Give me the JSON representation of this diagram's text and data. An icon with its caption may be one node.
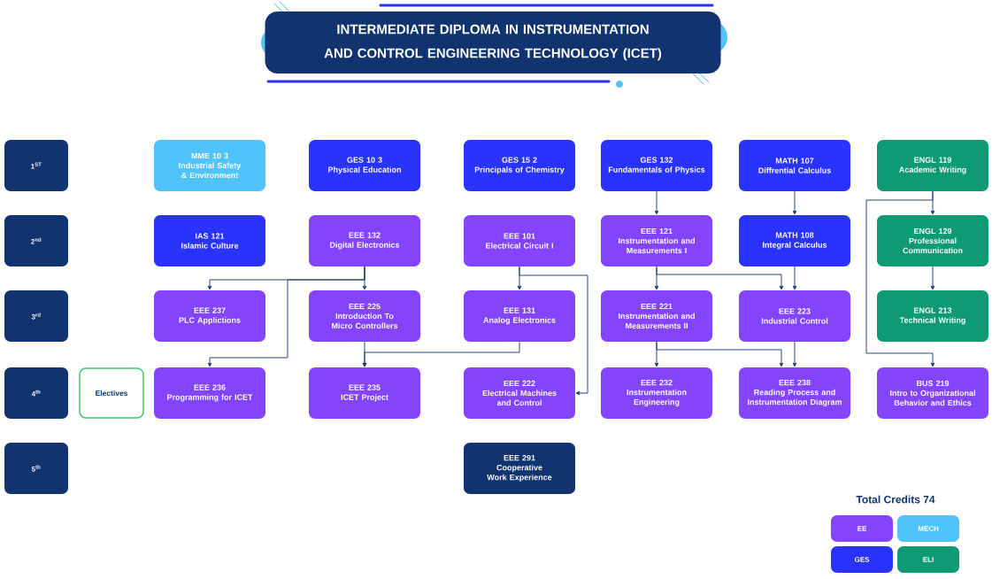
{
  "diagram": {
    "title": "INTERMEDIATE DIPLOMA IN INSTRUMENTATION AND CONTROL ENGINEERING TECHNOLOGY (ICET)",
    "nodes": [
      {
        "text": [
          "1$^{ST}$"
        ]
      },
      {
        "text": [
          "2$^{nd}$"
        ]
      },
      {
        "text": [
          "3$^{rd}$"
        ]
      },
      {
        "text": [
          "4$^{th}$"
        ]
      },
      {
        "text": [
          "5$^{th}$"
        ]
      },
      {
        "text": [
          "Electives"
        ]
      },
      {
        "text": [
          "MME 10 3",
          "Industrial Safety & Environment"
        ]
      },
      {
        "text": [
          "GES 10 3",
          "Physical Education"
        ]
      },
      {
        "text": [
          "GES 15 2",
          "Principals of Chemistry"
        ]
      },
      {
        "text": [
          "GES 132",
          "Fundamentals of Physics"
        ]
      },
      {
        "text": [
          "MATH 107",
          "Diffrential Calculus"
        ]
      },
      {
        "text": [
          "ENGL 119",
          "Academic Writing"
        ]
      },
      {
        "text": [
          "IAS 121",
          "Islamic Culture"
        ]
      },
      {
        "text": [
          "EEE 132",
          "Digital Electronics"
        ]
      },
      {
        "text": [
          "EEE 101",
          "Electrical Circuit I"
        ]
      },
      {
        "text": [
          "EEE 121",
          "Instrumentation and Measurements I"
        ]
      },
      {
        "text": [
          "MATH 108",
          "Integral Calculus"
        ]
      },
      {
        "text": [
          "ENGL 129",
          "Professional Communication"
        ]
      },
      {
        "text": [
          "EEE 237",
          "PLC Applictions"
        ]
      },
      {
        "text": [
          "EEE 225",
          "Introduction To Micro Controllers"
        ]
      },
      {
        "text": [
          "EEE 131",
          "Analog Electronics"
        ]
      },
      {
        "text": [
          "EEE 221",
          "Instrumentation and Measurements II"
        ]
      },
      {
        "text": [
          "EEE 223",
          "Industrial Control"
        ]
      },
      {
        "text": [
          "ENGL 213",
          "Technical Writing"
        ]
      },
      {
        "text": [
          "EEE 236",
          "Programming for ICET"
        ]
      },
      {
        "text": [
          "EEE 235",
          "ICET Project"
        ]
      },
      {
        "text": [
          "EEE 222",
          "Electrical Machines and Control"
        ]
      },
      {
        "text": [
          "EEE 232",
          "Instrumentation Engineering"
        ]
      },
      {
        "text": [
          "EEE 238",
          "Reading Process and Instrumentation Diagram"
        ]
      },
      {
        "text": [
          "BUS 219",
          "Intro to Organizational Behavior and Ethics"
        ]
      },
      {
        "text": [
          "EEE 291",
          "Cooperative Work Experience"
        ]
      }
    ],
    "edges": [
      {
        "from": 13,
        "to": 18,
        "arrow": "to"
      },
      {
        "from": 13,
        "to": 19,
        "arrow": "to"
      },
      {
        "from": 13,
        "to": 24,
        "arrow": "to"
      },
      {
        "from": 14,
        "to": 20,
        "arrow": "to"
      },
      {
        "from": 14,
        "to": 26,
        "arrow": "to"
      },
      {
        "from": 19,
        "to": 25,
        "arrow": "to"
      },
      {
        "from": 20,
        "to": 25,
        "arrow": "to"
      },
      {
        "from": 9,
        "to": 15,
        "arrow": "to"
      },
      {
        "from": 10,
        "to": 16,
        "arrow": "to"
      },
      {
        "from": 15,
        "to": 21,
        "arrow": "to"
      },
      {
        "from": 15,
        "to": 22,
        "arrow": "to"
      },
      {
        "from": 16,
        "to": 22,
        "arrow": "to"
      },
      {
        "from": 21,
        "to": 27,
        "arrow": "to"
      },
      {
        "from": 21,
        "to": 28,
        "arrow": "to"
      },
      {
        "from": 22,
        "to": 28,
        "arrow": "to"
      },
      {
        "from": 11,
        "to": 17,
        "arrow": "to"
      },
      {
        "from": 11,
        "to": 29,
        "arrow": "to"
      },
      {
        "from": 17,
        "to": 23,
        "arrow": "to"
      }
    ],
    "labels": [
      "Total Credits 74"
    ],
    "legend": [
      {
        "text": "EE",
        "color": "#8344fb"
      },
      {
        "text": "MECH",
        "color": "#4fc3fa"
      },
      {
        "text": "GES",
        "color": "#2a33fb"
      },
      {
        "text": "ELI",
        "color": "#0e9b74"
      }
    ]
  }
}
